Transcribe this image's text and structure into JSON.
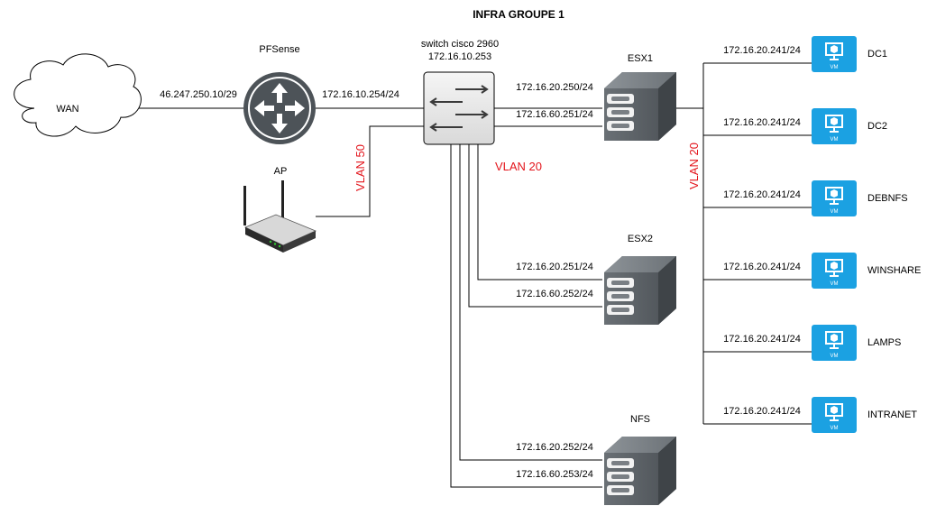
{
  "title": "INFRA GROUPE 1",
  "wan": {
    "label": "WAN",
    "ip": "46.247.250.10/29"
  },
  "pfsense": {
    "label": "PFSense",
    "ip": "172.16.10.254/24"
  },
  "switch": {
    "label": "switch cisco 2960",
    "ip": "172.16.10.253"
  },
  "ap": {
    "label": "AP"
  },
  "vlans": {
    "vlan50": "VLAN 50",
    "vlan20_left": "VLAN 20",
    "vlan20_right": "VLAN 20"
  },
  "esx1": {
    "label": "ESX1",
    "ip1": "172.16.20.250/24",
    "ip2": "172.16.60.251/24"
  },
  "esx2": {
    "label": "ESX2",
    "ip1": "172.16.20.251/24",
    "ip2": "172.16.60.252/24"
  },
  "nfs": {
    "label": "NFS",
    "ip1": "172.16.20.252/24",
    "ip2": "172.16.60.253/24"
  },
  "vms": [
    {
      "name": "DC1",
      "ip": "172.16.20.241/24",
      "badge": "VM"
    },
    {
      "name": "DC2",
      "ip": "172.16.20.241/24",
      "badge": "VM"
    },
    {
      "name": "DEBNFS",
      "ip": "172.16.20.241/24",
      "badge": "VM"
    },
    {
      "name": "WINSHARE",
      "ip": "172.16.20.241/24",
      "badge": "VM"
    },
    {
      "name": "LAMPS",
      "ip": "172.16.20.241/24",
      "badge": "VM"
    },
    {
      "name": "INTRANET",
      "ip": "172.16.20.241/24",
      "badge": "VM"
    }
  ],
  "colors": {
    "vlan_text": "#e3141b",
    "vm_tile": "#1ba1e2",
    "server_body": "#5a6167",
    "router_body": "#4d5358"
  }
}
